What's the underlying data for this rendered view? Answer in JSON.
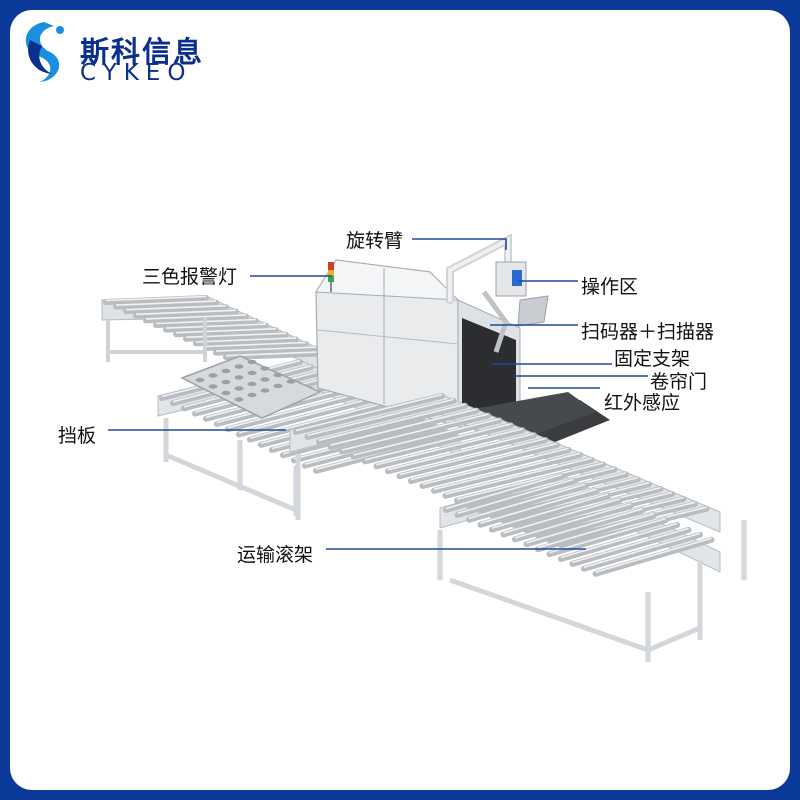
{
  "brand": {
    "name_cn": "斯科信息",
    "name_en": "CYKEO",
    "color": "#0b2f8c"
  },
  "frame": {
    "border_color": "#0a3a9a",
    "background": "#ffffff"
  },
  "callouts": {
    "rotating_arm": "旋转臂",
    "signal_light": "三色报警灯",
    "operation_area": "操作区",
    "scanner": "扫码器＋扫描器",
    "fixed_bracket": "固定支架",
    "rolling_door": "卷帘门",
    "infrared_sensor": "红外感应",
    "baffle": "挡板",
    "roller_conveyor": "运输滚架"
  },
  "leader_line_color": "#1e4a9a",
  "machine_colors": {
    "frame": "#e4e6e8",
    "roller": "#c9ccd0",
    "cabinet": "#e9ebed",
    "tunnel": "#2b2d30"
  }
}
